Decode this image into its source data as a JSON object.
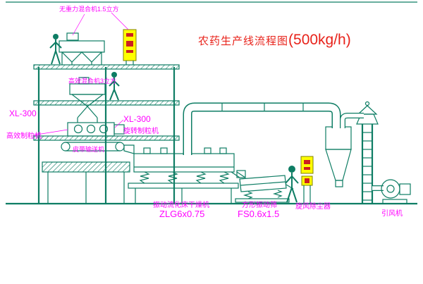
{
  "title": {
    "name": "农药生产线流程图",
    "capacity": "(500kg/h)"
  },
  "labels": {
    "gravity_mixer": "无重力混合机1.5立方",
    "high_mixer": "高效混合机3立方",
    "xl300_left": "XL-300",
    "granulator_left": "高效制粒机",
    "xl300_mid": "XL-300",
    "granulator_mid": "旋转制粒机",
    "belt_conveyor": "皮带输送机",
    "dryer_name": "振动流化床干燥机",
    "dryer_model": "ZLG6x0.75",
    "sieve_name": "方形振动筛",
    "sieve_model": "FS0.6x1.5",
    "cyclone": "旋风除尘器",
    "fan": "引风机"
  },
  "colors": {
    "line": "#0e7d64",
    "label": "#ff00ff",
    "title": "#e8221a",
    "panel-fill": "#ffff00",
    "panel-mark": "#cc2020",
    "bg": "#ffffff"
  }
}
